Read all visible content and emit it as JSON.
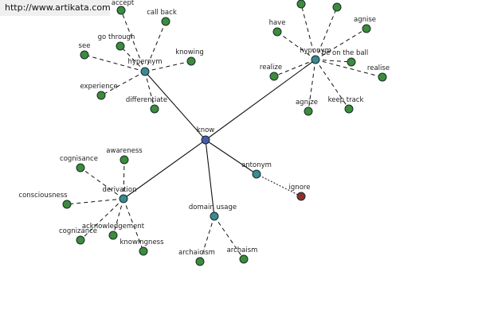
{
  "banner": {
    "url": "http://www.artikata.com"
  },
  "colors": {
    "center": "#4a5aa8",
    "relation": "#3a8a90",
    "leaf": "#3c8c3c",
    "antonym_leaf": "#8c3030"
  },
  "graph": {
    "center": {
      "id": "know",
      "label": "know",
      "kind": "center"
    },
    "relations": [
      {
        "id": "hypernym",
        "label": "hypernym",
        "style": "solid"
      },
      {
        "id": "hyponym",
        "label": "hyponym",
        "style": "solid"
      },
      {
        "id": "derivation",
        "label": "derivation",
        "style": "solid"
      },
      {
        "id": "domain_usage",
        "label": "domain usage",
        "style": "solid"
      },
      {
        "id": "antonym",
        "label": "antonym",
        "style": "solid"
      }
    ],
    "leaves": [
      {
        "id": "accept",
        "label": "accept",
        "parent": "hypernym"
      },
      {
        "id": "call_back",
        "label": "call back",
        "parent": "hypernym"
      },
      {
        "id": "go_through",
        "label": "go through",
        "parent": "hypernym"
      },
      {
        "id": "see",
        "label": "see",
        "parent": "hypernym"
      },
      {
        "id": "knowing",
        "label": "knowing",
        "parent": "hypernym"
      },
      {
        "id": "experience",
        "label": "experience",
        "parent": "hypernym"
      },
      {
        "id": "differentiate",
        "label": "differentiate",
        "parent": "hypernym"
      },
      {
        "id": "hyp_top1",
        "label": "",
        "parent": "hyponym"
      },
      {
        "id": "hyp_top2",
        "label": "",
        "parent": "hyponym"
      },
      {
        "id": "have",
        "label": "have",
        "parent": "hyponym"
      },
      {
        "id": "agnise",
        "label": "agnise",
        "parent": "hyponym"
      },
      {
        "id": "see_the_ball",
        "label": "be on the ball",
        "parent": "hyponym"
      },
      {
        "id": "realise",
        "label": "realise",
        "parent": "hyponym"
      },
      {
        "id": "realize",
        "label": "realize",
        "parent": "hyponym"
      },
      {
        "id": "agnize",
        "label": "agnize",
        "parent": "hyponym"
      },
      {
        "id": "keep_track",
        "label": "keep track",
        "parent": "hyponym"
      },
      {
        "id": "cognisance",
        "label": "cognisance",
        "parent": "derivation"
      },
      {
        "id": "awareness",
        "label": "awareness",
        "parent": "derivation"
      },
      {
        "id": "consciousness",
        "label": "consciousness",
        "parent": "derivation"
      },
      {
        "id": "cognizance",
        "label": "cognizance",
        "parent": "derivation"
      },
      {
        "id": "acknowledgement",
        "label": "acknowledgement",
        "parent": "derivation"
      },
      {
        "id": "knowingness",
        "label": "knowingness",
        "parent": "derivation"
      },
      {
        "id": "archaicism",
        "label": "archaicism",
        "parent": "domain_usage"
      },
      {
        "id": "archaism",
        "label": "archaism",
        "parent": "domain_usage"
      },
      {
        "id": "ignore",
        "label": "ignore",
        "parent": "antonym",
        "kind": "antonym_leaf"
      }
    ]
  }
}
